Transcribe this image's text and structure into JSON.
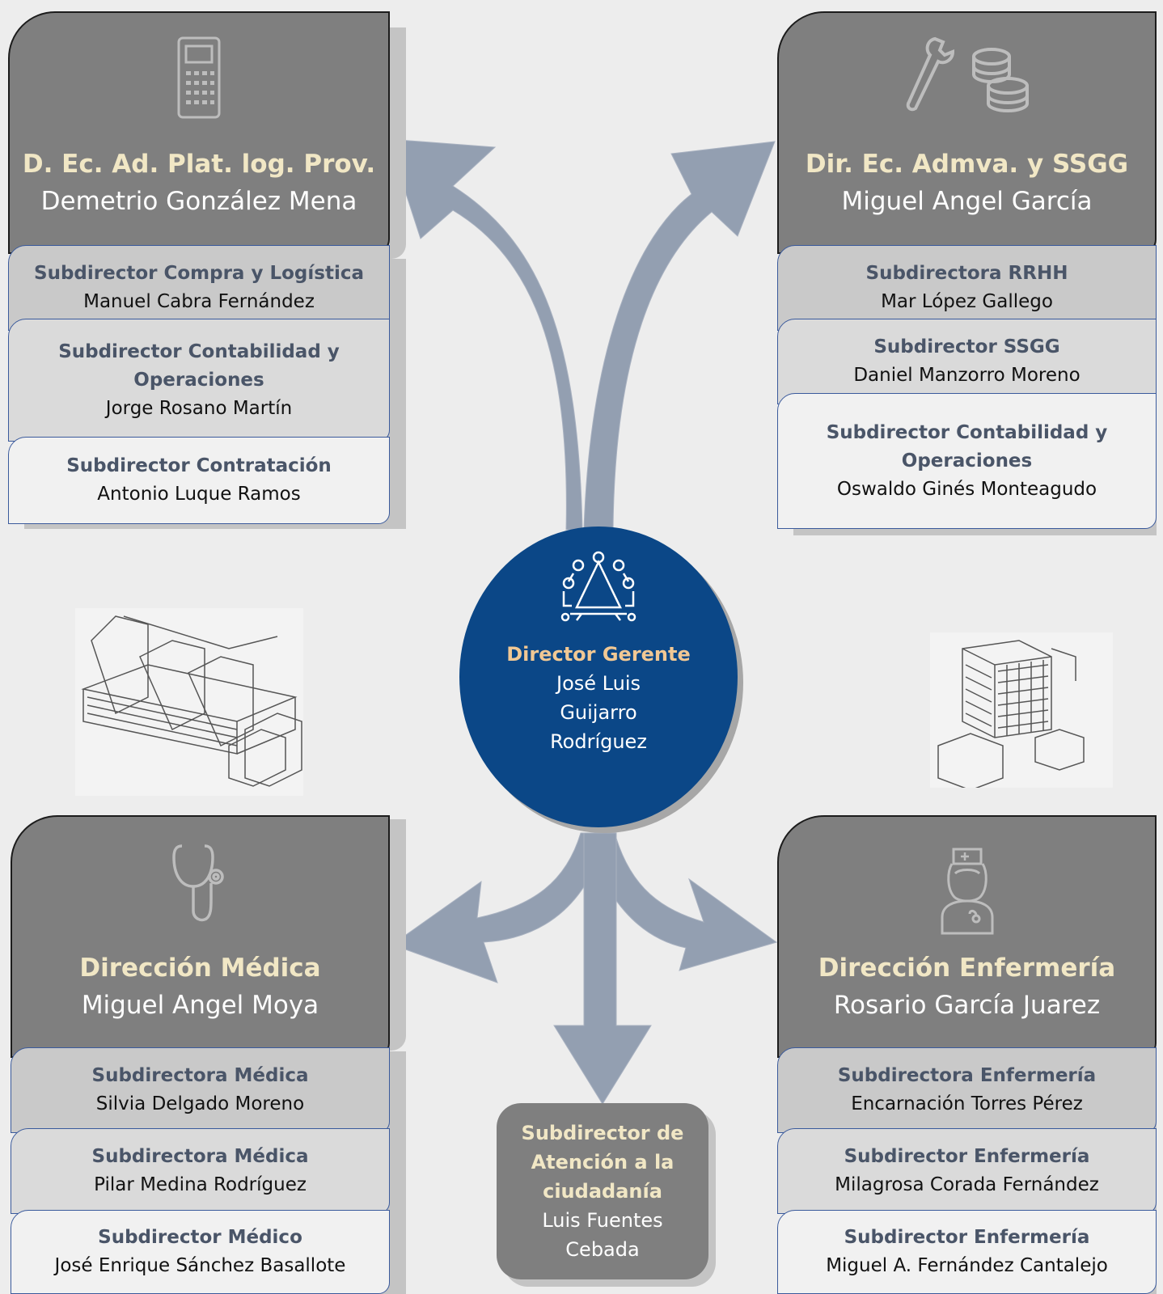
{
  "colors": {
    "background": "#ededed",
    "header_fill": "#7f7f7f",
    "header_title": "#f1e7c5",
    "center_fill": "#0b4787",
    "center_title": "#f1c894",
    "arrow_fill": "#939fb1",
    "sub_border": "#3a5a9c"
  },
  "director": {
    "icon": "meeting-table-icon",
    "role": "Director Gerente",
    "name": "José Luis Guijarro Rodríguez"
  },
  "top_left": {
    "icon": "calculator-icon",
    "title": "D. Ec. Ad. Plat. log. Prov.",
    "person": "Demetrio González Mena",
    "subs": [
      {
        "role": "Subdirector Compra y Logística",
        "name": "Manuel Cabra Fernández"
      },
      {
        "role": "Subdirector Contabilidad y Operaciones",
        "name": "Jorge Rosano Martín"
      },
      {
        "role": "Subdirector Contratación",
        "name": "Antonio Luque Ramos"
      }
    ]
  },
  "top_right": {
    "icon": "wrench-coins-icon",
    "title": "Dir. Ec. Admva. y SSGG",
    "person": "Miguel Angel García",
    "subs": [
      {
        "role": "Subdirectora RRHH",
        "name": "Mar López Gallego"
      },
      {
        "role": "Subdirector SSGG",
        "name": "Daniel Manzorro Moreno"
      },
      {
        "role": "Subdirector Contabilidad y Operaciones",
        "name": "Oswaldo Ginés Monteagudo"
      }
    ]
  },
  "bottom_left": {
    "icon": "stethoscope-icon",
    "title": "Dirección Médica",
    "person": "Miguel Angel Moya",
    "subs": [
      {
        "role": "Subdirectora Médica",
        "name": "Silvia Delgado Moreno"
      },
      {
        "role": "Subdirectora Médica",
        "name": "Pilar Medina Rodríguez"
      },
      {
        "role": "Subdirector Médico",
        "name": "José Enrique Sánchez Basallote"
      }
    ]
  },
  "bottom_right": {
    "icon": "nurse-icon",
    "title": "Dirección Enfermería",
    "person": "Rosario García Juarez",
    "subs": [
      {
        "role": "Subdirectora Enfermería",
        "name": "Encarnación Torres Pérez"
      },
      {
        "role": "Subdirector Enfermería",
        "name": "Milagrosa Corada Fernández"
      },
      {
        "role": "Subdirector Enfermería",
        "name": "Miguel A. Fernández Cantalejo"
      }
    ]
  },
  "bottom_center": {
    "role": "Subdirector de Atención a la ciudadanía",
    "name": "Luis Fuentes Cebada"
  },
  "illustrations": {
    "left": "warehouse-sketch-icon",
    "right": "hospital-building-sketch-icon"
  }
}
